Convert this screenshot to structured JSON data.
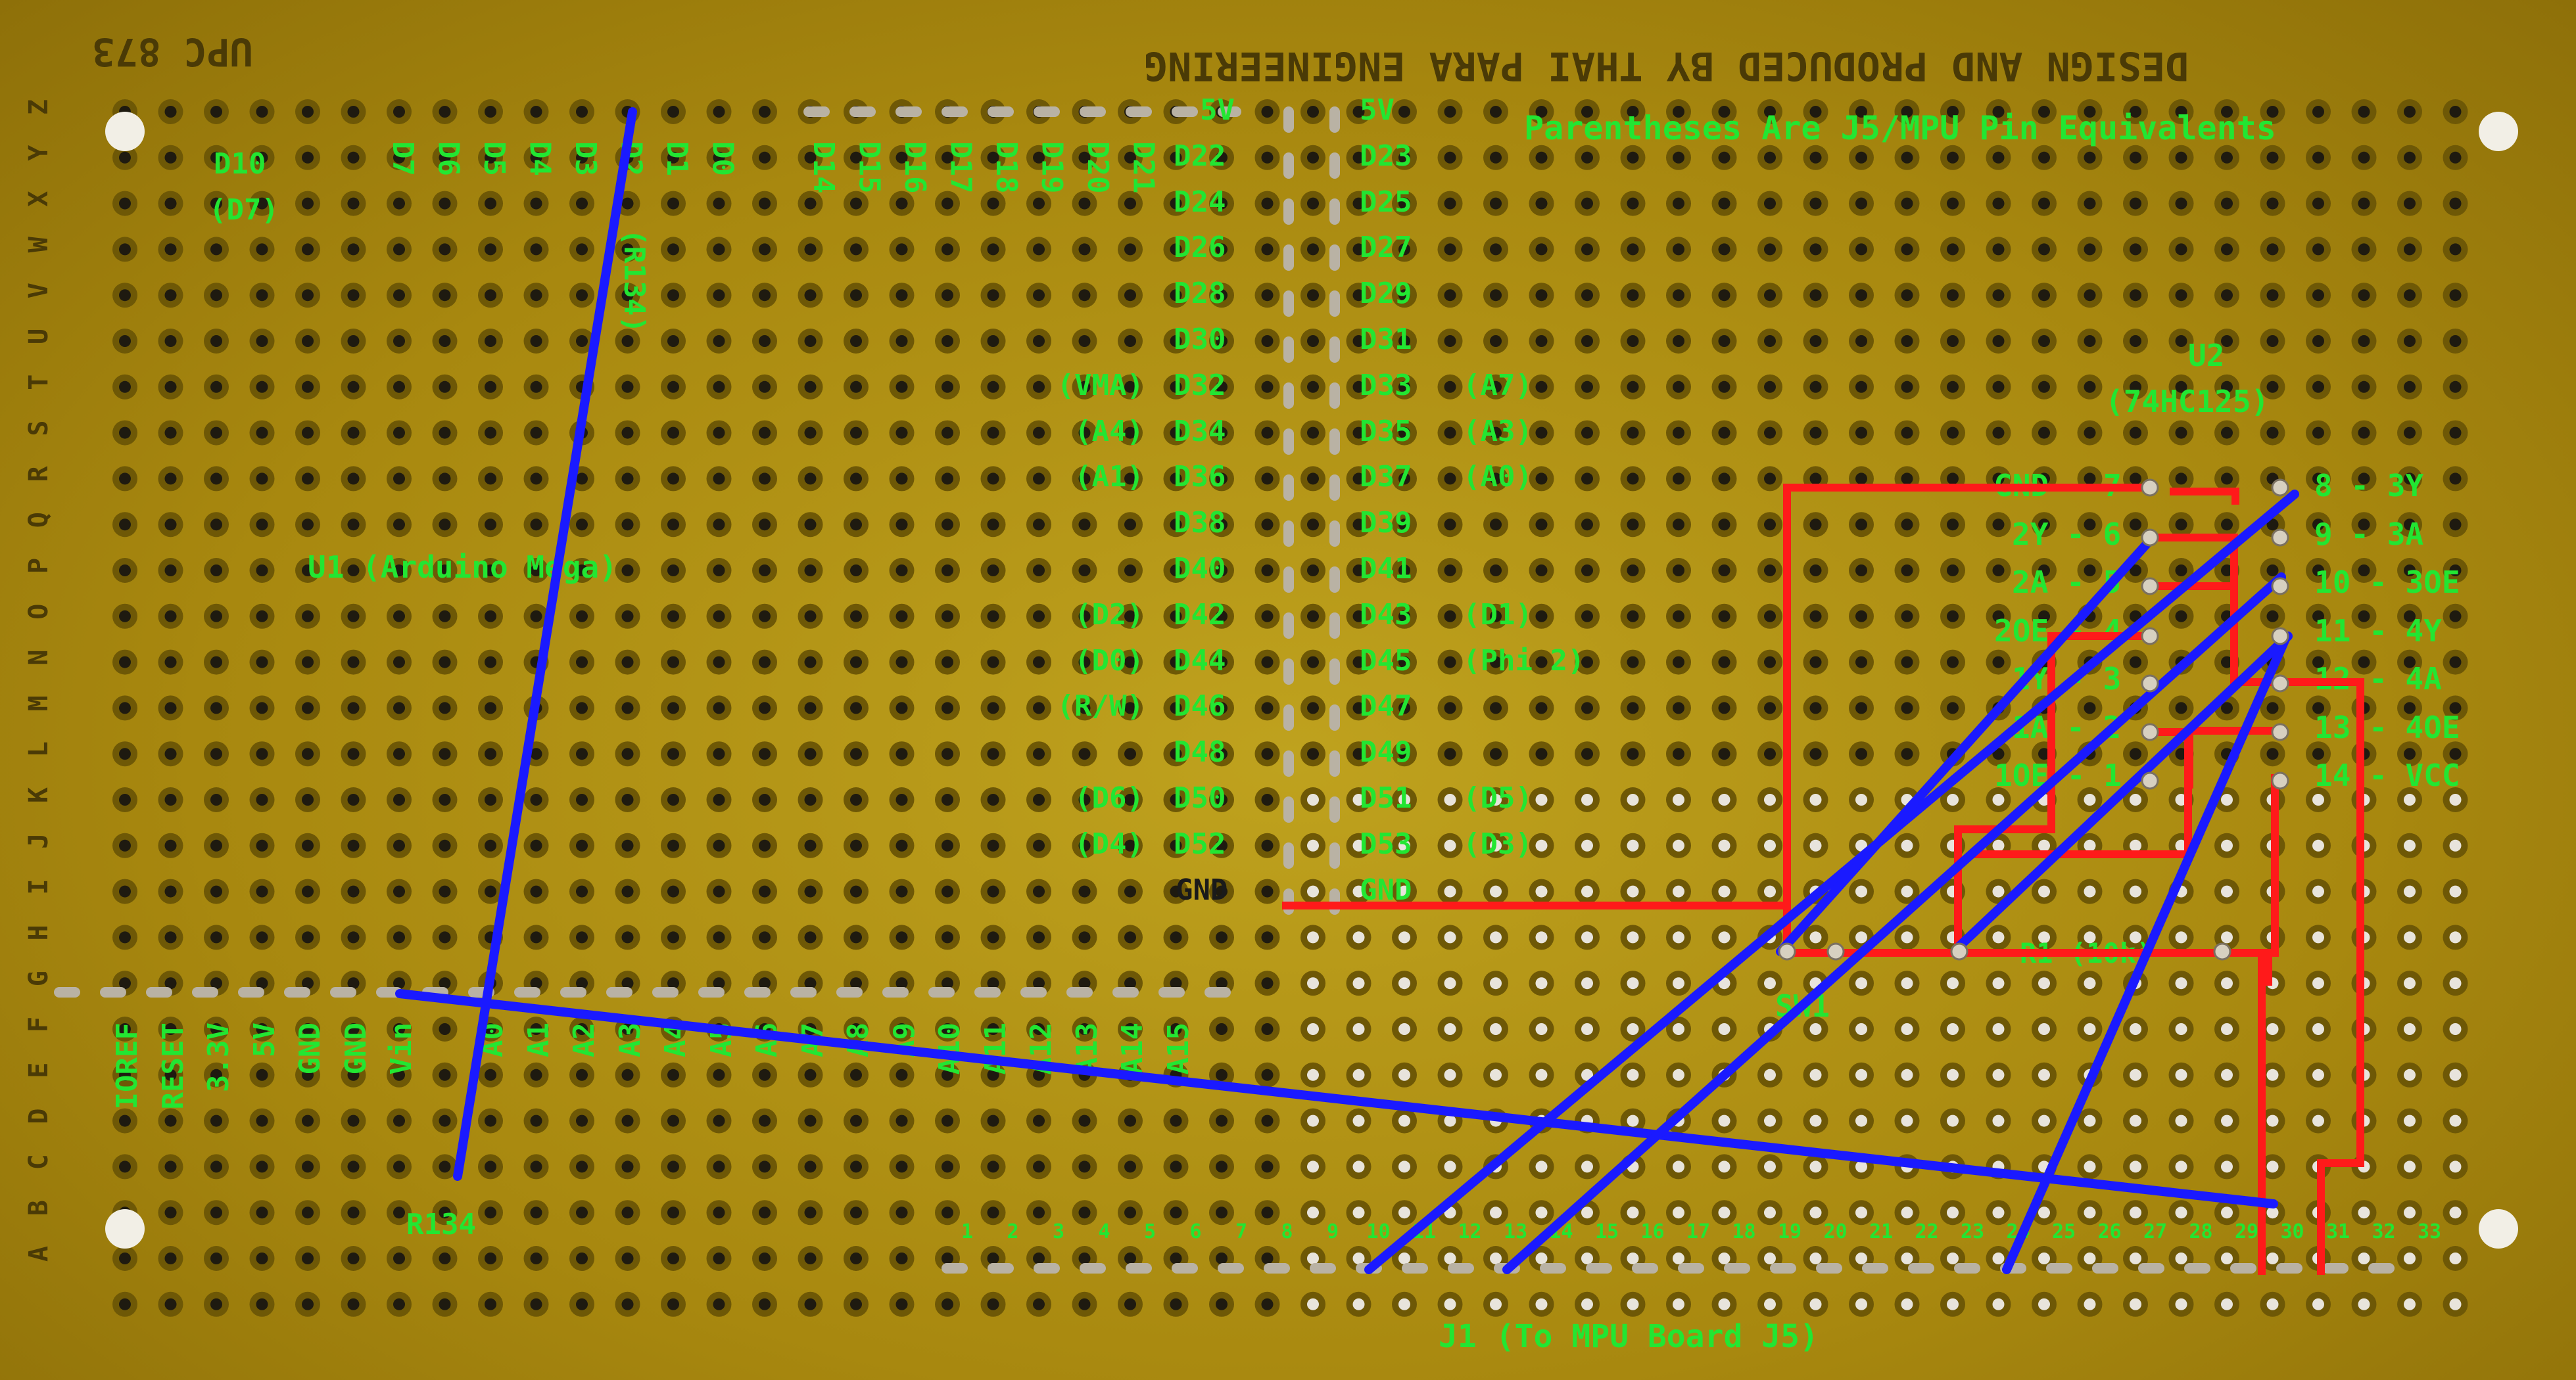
{
  "board": {
    "brand_text": "DESIGN AND PRODUCED BY THAI PARA ENGINEERING",
    "upc_text": "UPC 873",
    "row_letters": [
      "Z",
      "Y",
      "X",
      "W",
      "V",
      "U",
      "T",
      "S",
      "R",
      "Q",
      "P",
      "O",
      "N",
      "M",
      "L",
      "K",
      "J",
      "I",
      "H",
      "G",
      "F",
      "E",
      "D",
      "C",
      "B",
      "A"
    ]
  },
  "notes": {
    "parentheses": "Parentheses Are J5/MPU Pin Equivalents"
  },
  "u1": {
    "label": "U1 (Arduino Mega)",
    "top_digital": [
      "D7",
      "D6",
      "D5",
      "D4",
      "D3",
      "D2",
      "D1",
      "D0"
    ],
    "d10": "D10",
    "d10_equiv": "(D7)",
    "d2_equiv": "(R134)",
    "comm_pins": [
      "D14",
      "D15",
      "D16",
      "D17",
      "D18",
      "D19",
      "D20",
      "D21"
    ],
    "header_left": [
      {
        "pin": "5V",
        "eq": ""
      },
      {
        "pin": "D22",
        "eq": ""
      },
      {
        "pin": "D24",
        "eq": ""
      },
      {
        "pin": "D26",
        "eq": ""
      },
      {
        "pin": "D28",
        "eq": ""
      },
      {
        "pin": "D30",
        "eq": ""
      },
      {
        "pin": "D32",
        "eq": "(VMA)"
      },
      {
        "pin": "D34",
        "eq": "(A4)"
      },
      {
        "pin": "D36",
        "eq": "(A1)"
      },
      {
        "pin": "D38",
        "eq": ""
      },
      {
        "pin": "D40",
        "eq": ""
      },
      {
        "pin": "D42",
        "eq": "(D2)"
      },
      {
        "pin": "D44",
        "eq": "(D0)"
      },
      {
        "pin": "D46",
        "eq": "(R/W)"
      },
      {
        "pin": "D48",
        "eq": ""
      },
      {
        "pin": "D50",
        "eq": "(D6)"
      },
      {
        "pin": "D52",
        "eq": "(D4)"
      },
      {
        "pin": "GND",
        "eq": ""
      }
    ],
    "header_right": [
      {
        "pin": "5V",
        "eq": ""
      },
      {
        "pin": "D23",
        "eq": ""
      },
      {
        "pin": "D25",
        "eq": ""
      },
      {
        "pin": "D27",
        "eq": ""
      },
      {
        "pin": "D29",
        "eq": ""
      },
      {
        "pin": "D31",
        "eq": ""
      },
      {
        "pin": "D33",
        "eq": "(A7)"
      },
      {
        "pin": "D35",
        "eq": "(A3)"
      },
      {
        "pin": "D37",
        "eq": "(A0)"
      },
      {
        "pin": "D39",
        "eq": ""
      },
      {
        "pin": "D41",
        "eq": ""
      },
      {
        "pin": "D43",
        "eq": "(D1)"
      },
      {
        "pin": "D45",
        "eq": "(Phi 2)"
      },
      {
        "pin": "D47",
        "eq": ""
      },
      {
        "pin": "D49",
        "eq": ""
      },
      {
        "pin": "D51",
        "eq": "(D5)"
      },
      {
        "pin": "D53",
        "eq": "(D3)"
      },
      {
        "pin": "GND",
        "eq": ""
      }
    ],
    "power_pins": [
      "IOREF",
      "RESET",
      "3.3V",
      "5V",
      "GND",
      "GND",
      "Vin"
    ],
    "analog_pins": [
      "A0",
      "A1",
      "A2",
      "A3",
      "A4",
      "A5",
      "A6",
      "A7",
      "A8",
      "A9",
      "A10",
      "A11",
      "A12",
      "A13",
      "A14",
      "A15"
    ]
  },
  "u2": {
    "label": "U2",
    "part": "(74HC125)",
    "left_pins": [
      "GND - 7",
      "2Y - 6",
      "2A - 5",
      "2OE - 4",
      "1Y - 3",
      "1A - 2",
      "1OE - 1"
    ],
    "right_pins": [
      "8 - 3Y",
      "9 - 3A",
      "10 - 3OE",
      "11 - 4Y",
      "12 - 4A",
      "13 - 4OE",
      "14 - VCC"
    ]
  },
  "r1": {
    "label": "R1 (10k)"
  },
  "sw1": {
    "label": "SW1"
  },
  "r134": {
    "label": "R134"
  },
  "j1": {
    "label": "J1 (To MPU Board J5)",
    "pin_numbers": [
      "1",
      "2",
      "3",
      "4",
      "5",
      "6",
      "7",
      "8",
      "9",
      "10",
      "11",
      "12",
      "13",
      "14",
      "15",
      "16",
      "17",
      "18",
      "19",
      "20",
      "21",
      "22",
      "23",
      "24",
      "25",
      "26",
      "27",
      "28",
      "29",
      "30",
      "31",
      "32",
      "33"
    ]
  },
  "colors": {
    "label_green": "#22e632",
    "wire_blue": "#1a1aff",
    "trace_red": "#ff1a1a",
    "board_yellow": "#b4950f"
  }
}
